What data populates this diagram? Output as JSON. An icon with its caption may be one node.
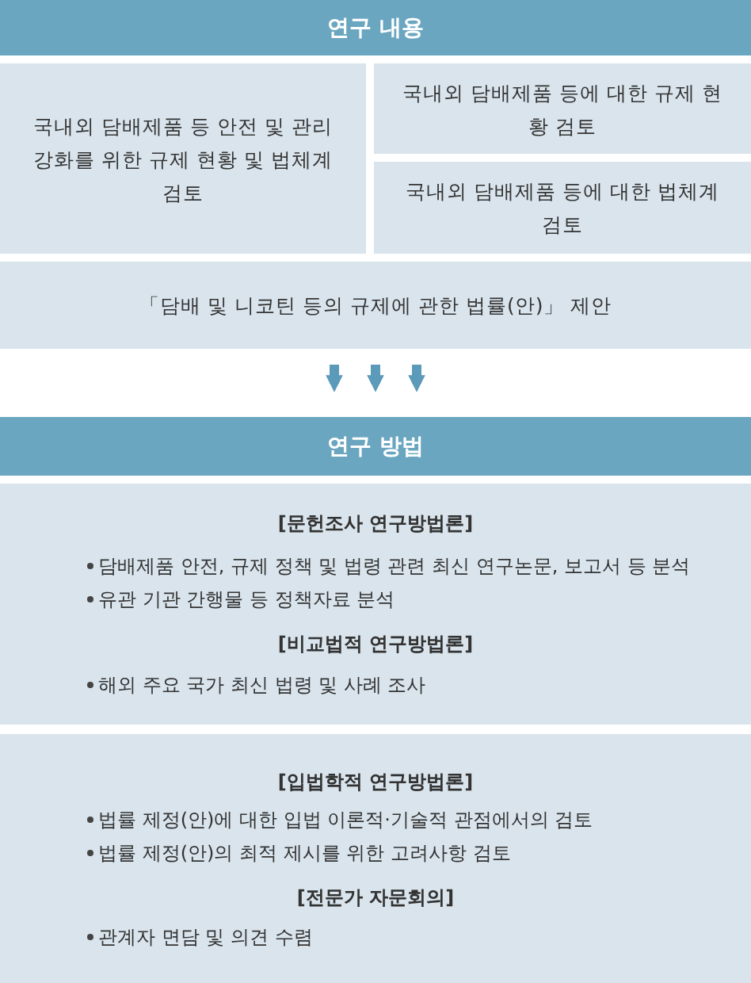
{
  "diagram": {
    "nodes": [
      {
        "text": [
          "연구 내용"
        ]
      },
      {
        "text": [
          "국내외 담배제품 등 안전 및 관리 강화를 위한 규제 현황 및 법체계 검토"
        ]
      },
      {
        "text": [
          "국내외 담배제품 등에 대한 규제 현황 검토"
        ]
      },
      {
        "text": [
          "국내외 담배제품 등에 대한 법체계 검토"
        ]
      },
      {
        "text": [
          "「담배 및 니코틴 등의 규제에 관한 법률(안)」 제안"
        ]
      },
      {
        "text": [
          "연구 방법"
        ]
      },
      {
        "text": [
          "[문헌조사 연구방법론]",
          "담배제품 안전, 규제 정책 및 법령 관련 최신 연구논문, 보고서 등 분석",
          "유관 기관 간행물 등 정책자료 분석",
          "[비교법적 연구방법론]",
          "해외 주요 국가 최신 법령 및 사례 조사"
        ]
      },
      {
        "text": [
          "[입법학적 연구방법론]",
          "법률 제정(안)에 대한 입법 이론적·기술적 관점에서의 검토",
          "법률 제정(안)의 최적 제시를 위한 고려사항 검토",
          "[전문가 자문회의]",
          "관계자 면담 및 의견 수렴"
        ]
      }
    ],
    "edges": [
      {
        "from": 4,
        "to": 5,
        "arrow": "to"
      },
      {
        "from": 4,
        "to": 5,
        "arrow": "to"
      },
      {
        "from": 4,
        "to": 5,
        "arrow": "to"
      }
    ]
  }
}
